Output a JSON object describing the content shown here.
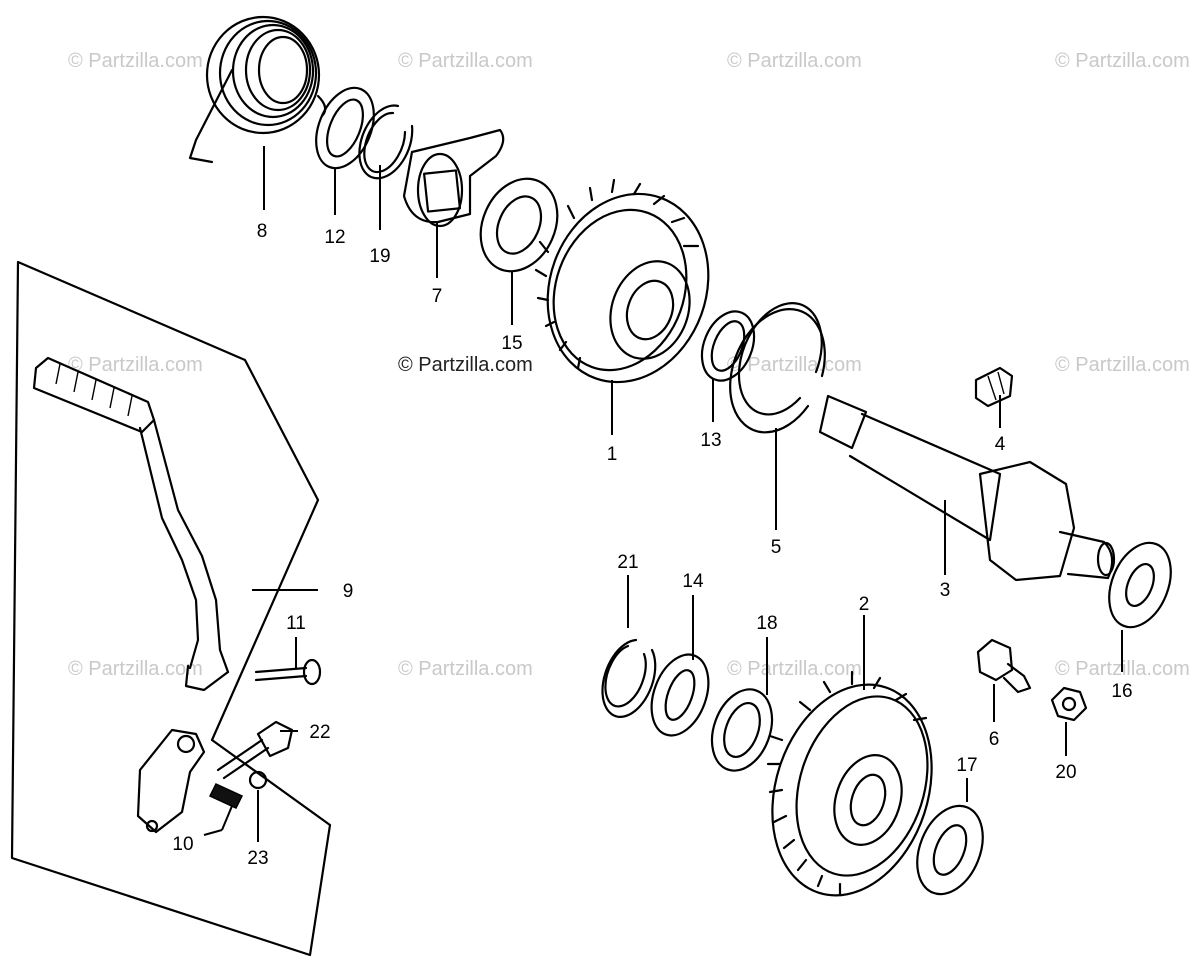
{
  "watermark": {
    "text": "© Partzilla.com",
    "center_text": "© Partzilla.com"
  },
  "callouts": [
    "1",
    "2",
    "3",
    "4",
    "5",
    "6",
    "7",
    "8",
    "9",
    "10",
    "11",
    "12",
    "13",
    "14",
    "15",
    "16",
    "17",
    "18",
    "19",
    "20",
    "21",
    "22",
    "23"
  ]
}
